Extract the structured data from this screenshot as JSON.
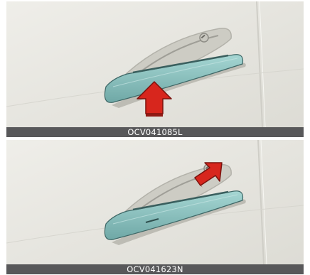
{
  "figures": [
    {
      "caption": "OCV041085L",
      "illustration": "flush-door-handle-pushed-to-pop-out",
      "arrow": "up-arrow-icon"
    },
    {
      "caption": "OCV041623N",
      "illustration": "door-handle-popped-out-pulled-open",
      "arrow": "pull-arrow-icon"
    }
  ],
  "colors": {
    "background": "#e9e8e2",
    "handle": "#8cc4c2",
    "arrow": "#d7261d",
    "caption_bar": "#58585a"
  }
}
